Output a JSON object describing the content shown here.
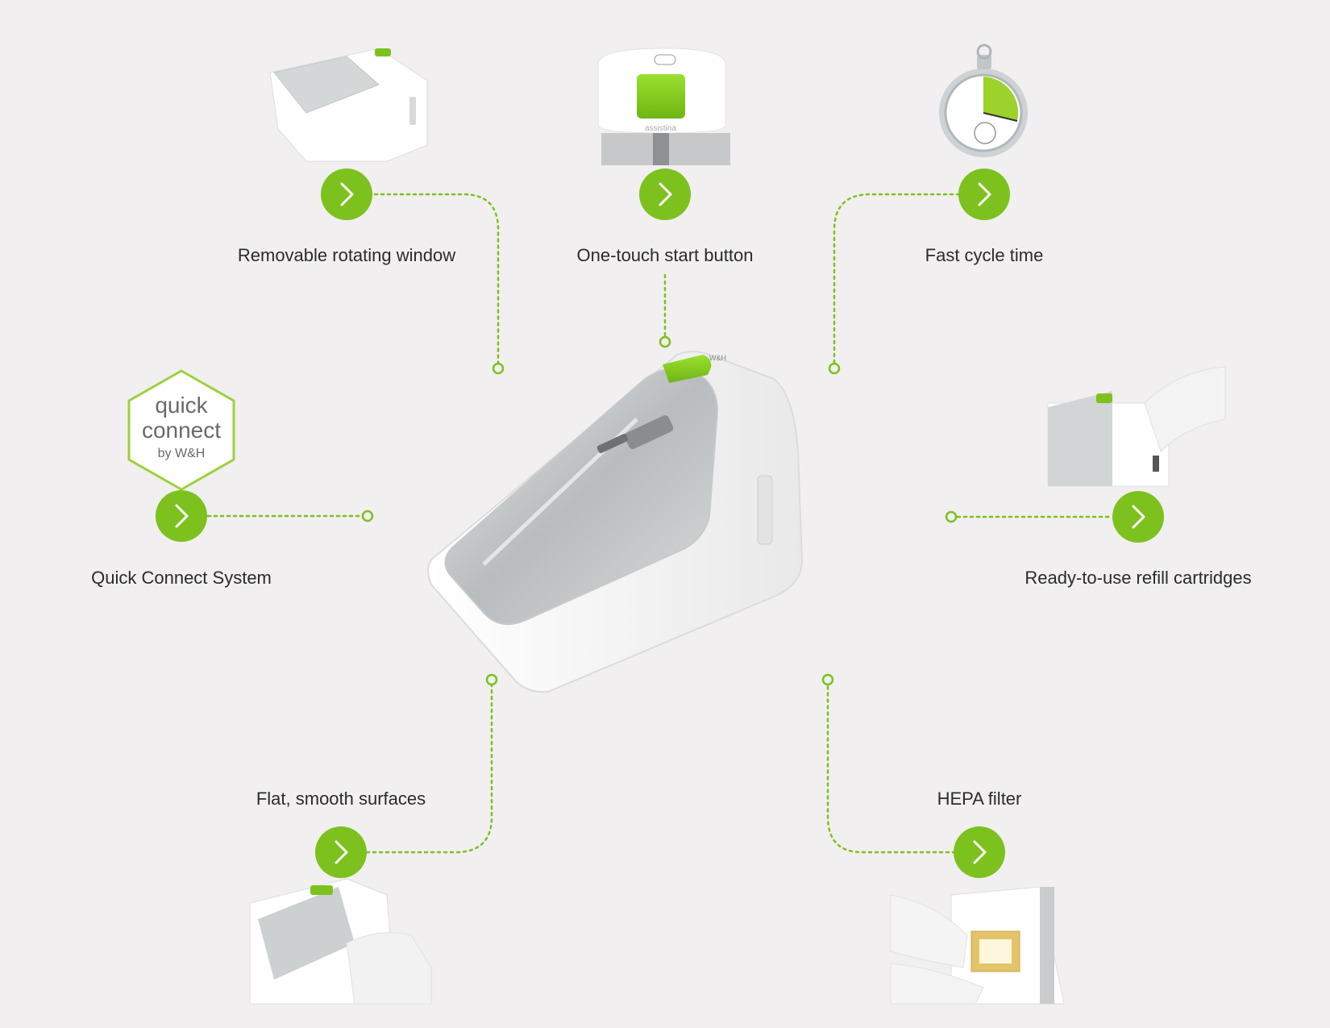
{
  "colors": {
    "background": "#f1efef",
    "accent": "#7dc11e",
    "accent_dark": "#5f9a12",
    "connector": "#7dc11e",
    "device_body": "#ffffff",
    "device_window": "#c9cbcc",
    "text": "#2b2b2b"
  },
  "features": [
    {
      "id": "removable-window",
      "label": "Removable rotating window",
      "icon": "chevron-right-icon"
    },
    {
      "id": "one-touch-start",
      "label": "One-touch start button",
      "icon": "chevron-right-icon"
    },
    {
      "id": "fast-cycle",
      "label": "Fast cycle time",
      "icon": "chevron-right-icon"
    },
    {
      "id": "quick-connect",
      "label": "Quick Connect System",
      "icon": "chevron-right-icon"
    },
    {
      "id": "refill-cartridges",
      "label": "Ready-to-use refill cartridges",
      "icon": "chevron-right-icon"
    },
    {
      "id": "flat-surfaces",
      "label": "Flat, smooth surfaces",
      "icon": "chevron-right-icon"
    },
    {
      "id": "hepa-filter",
      "label": "HEPA filter",
      "icon": "chevron-right-icon"
    }
  ],
  "quick_connect_badge": {
    "line1": "quick",
    "line2": "connect",
    "line3": "by W&H"
  },
  "device": {
    "brand_label": "W&H",
    "name_label": "assistina"
  }
}
